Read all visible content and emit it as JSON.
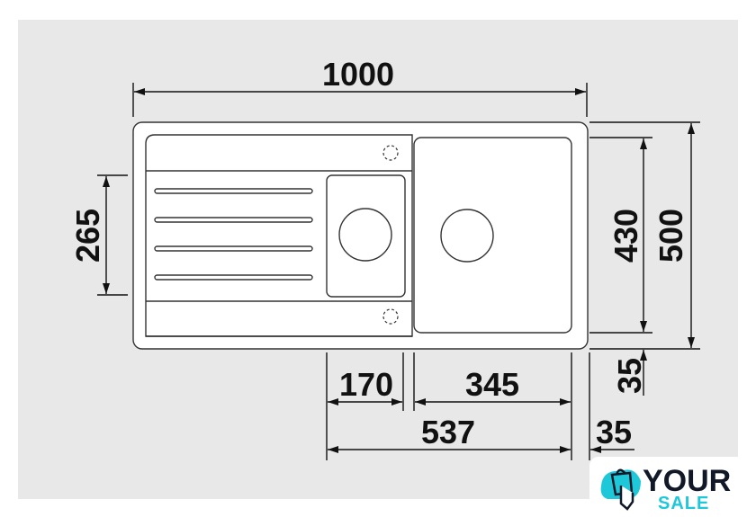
{
  "drawing": {
    "dimensions": {
      "overall_width": "1000",
      "overall_depth": "500",
      "bowl_depth": "430",
      "small_bowl_depth": "265",
      "small_bowl_width": "170",
      "large_bowl_width": "345",
      "bowls_span": "537",
      "right_margin": "35",
      "bottom_margin": "35"
    }
  },
  "logo": {
    "line1": "YOUR",
    "line2": "SALE"
  },
  "colors": {
    "background": "#e8e8e8",
    "logo_accent": "#1fc8d8",
    "logo_dark": "#111827"
  }
}
